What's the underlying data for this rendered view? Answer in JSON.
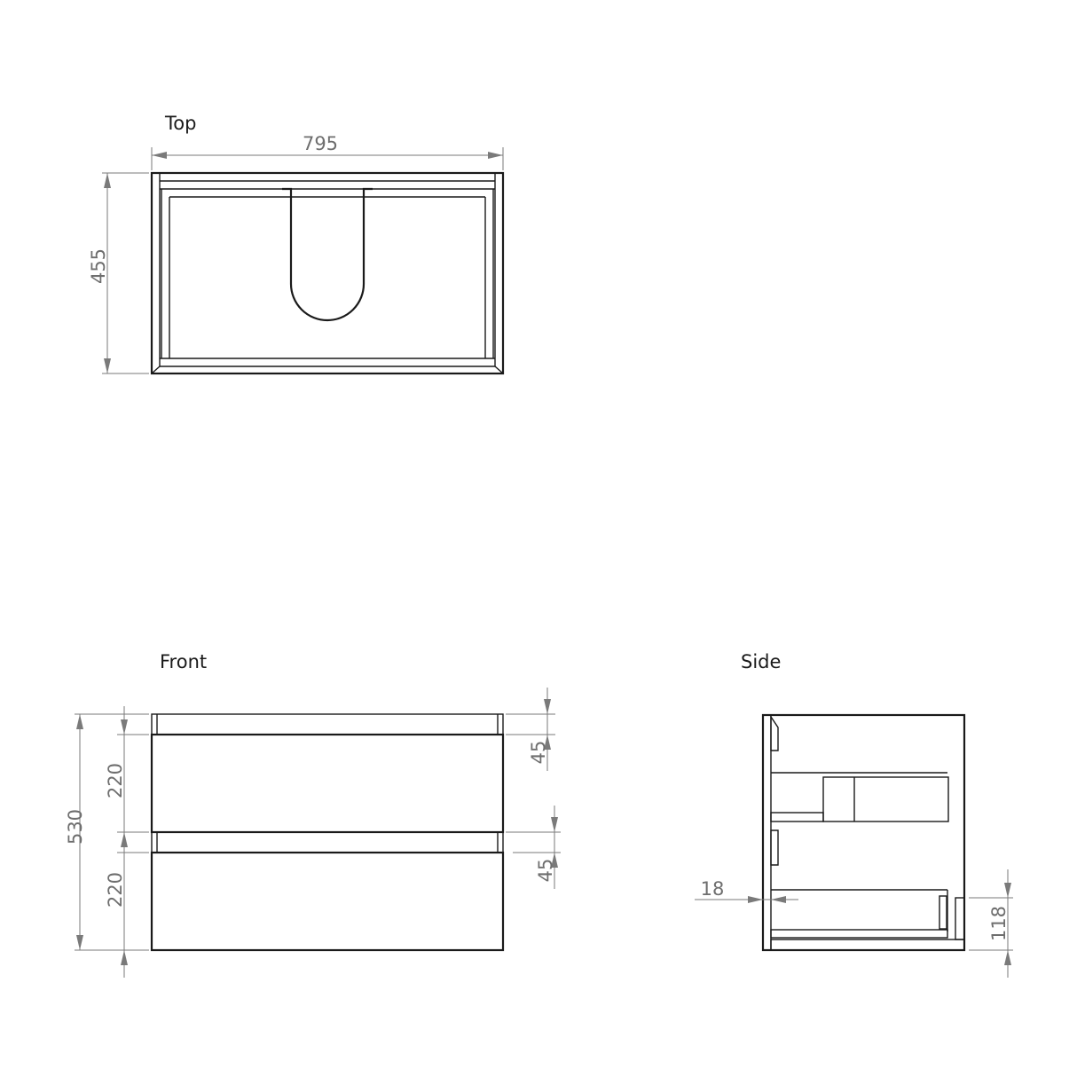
{
  "views": {
    "top": {
      "title": "Top",
      "width_dim": "795",
      "depth_dim": "455"
    },
    "front": {
      "title": "Front",
      "overall_height_dim": "530",
      "upper_drawer_dim": "220",
      "lower_drawer_dim": "220",
      "upper_gap_dim": "45",
      "lower_gap_dim": "45"
    },
    "side": {
      "title": "Side",
      "panel_thickness_dim": "18",
      "base_height_dim": "118"
    }
  },
  "colors": {
    "object_line": "#1a1a1a",
    "dimension_line": "#7a7a7a",
    "background": "#ffffff"
  }
}
